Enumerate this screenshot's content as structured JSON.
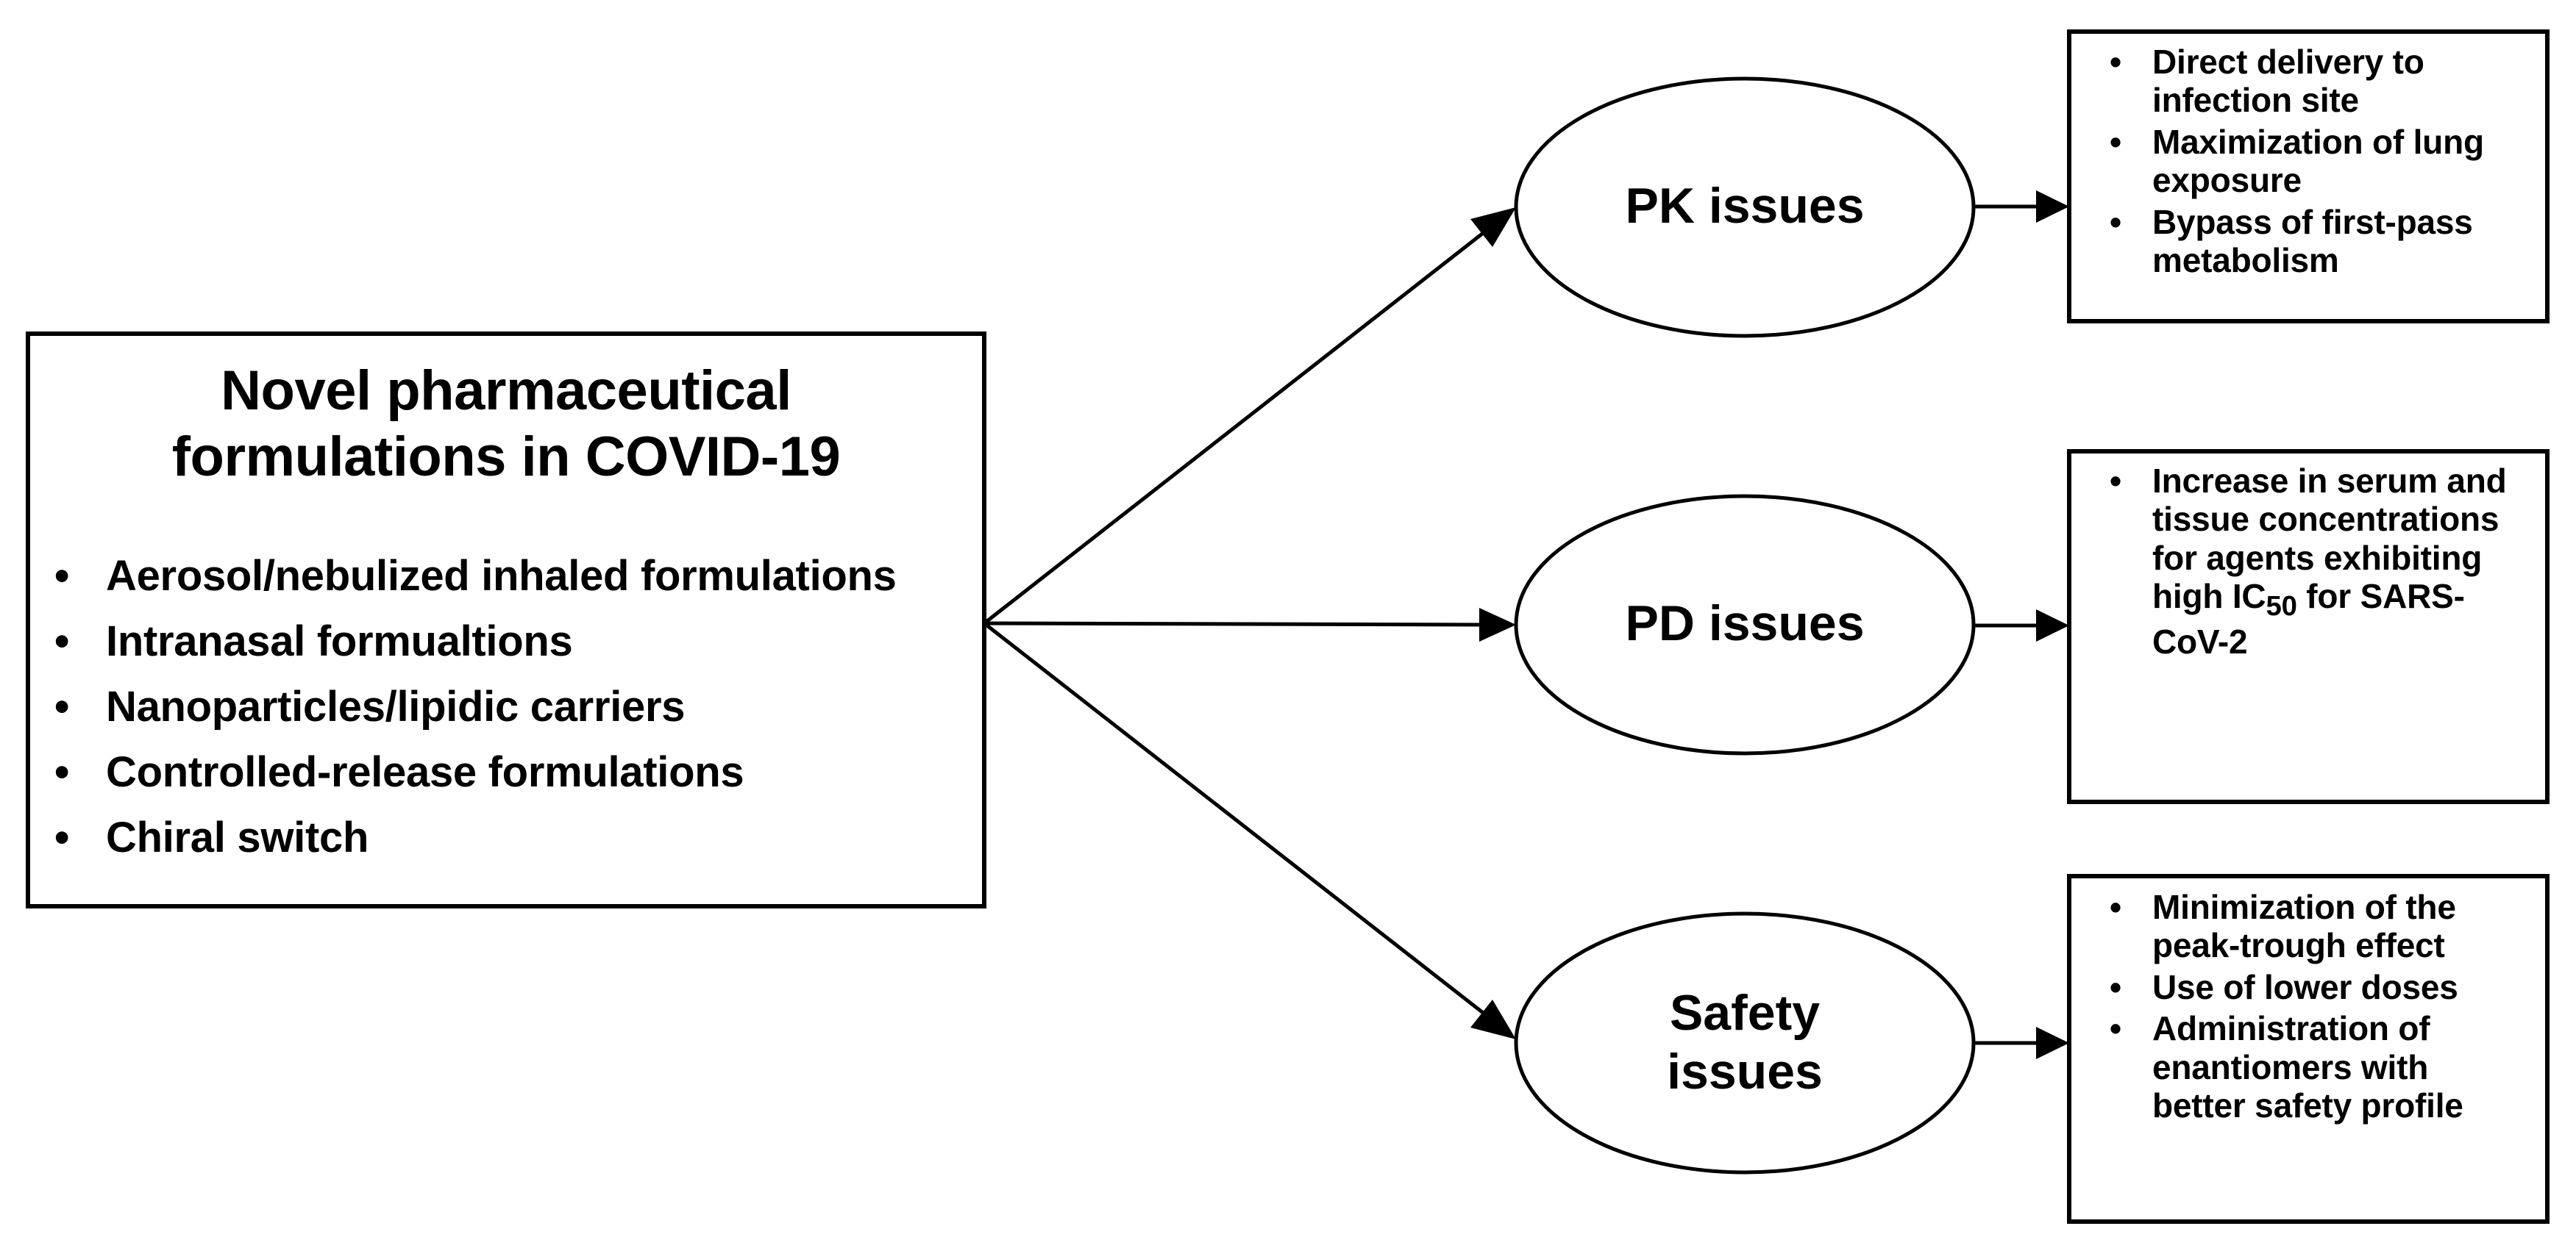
{
  "diagram": {
    "type": "flow-diagram",
    "orientation": "left-to-right",
    "background_color": "#ffffff",
    "line_color": "#000000",
    "text_color": "#000000"
  },
  "source_box": {
    "title": "Novel pharmaceutical formulations in COVID-19",
    "title_line_1": "Novel pharmaceutical",
    "title_line_2": "formulations in COVID-19",
    "bullet_glyph": "•",
    "items": [
      "Aerosol/nebulized inhaled formulations",
      "Intranasal formualtions",
      "Nanoparticles/lipidic carriers",
      "Controlled-release formulations",
      "Chiral switch"
    ]
  },
  "nodes": [
    {
      "id": "pk",
      "label": "PK issues",
      "label_line_1": "PK issues",
      "label_line_2": ""
    },
    {
      "id": "pd",
      "label": "PD issues",
      "label_line_1": "PD issues",
      "label_line_2": ""
    },
    {
      "id": "safety",
      "label": "Safety issues",
      "label_line_1": "Safety",
      "label_line_2": "issues"
    }
  ],
  "outcomes": {
    "pk": {
      "bullet_glyph": "•",
      "items": [
        "Direct delivery to infection site",
        "Maximization of lung exposure",
        "Bypass of first-pass metabolism"
      ]
    },
    "pd": {
      "bullet_glyph": "•",
      "items_html": [
        "Increase in serum and tissue concentrations for agents exhibiting high IC<sub>50</sub> for SARS-CoV-2"
      ],
      "items": [
        "Increase in serum and tissue concentrations for agents exhibiting high IC50 for SARS-CoV-2"
      ],
      "subscript_note": "IC50 is rendered with 50 as a subscript"
    },
    "safety": {
      "bullet_glyph": "•",
      "items": [
        "Minimization of the peak-trough effect",
        "Use of lower doses",
        "Administration of enantiomers with better safety profile"
      ]
    }
  },
  "edges": [
    {
      "from": "source_box",
      "to": "pk",
      "style": "solid-arrow"
    },
    {
      "from": "source_box",
      "to": "pd",
      "style": "solid-arrow"
    },
    {
      "from": "source_box",
      "to": "safety",
      "style": "solid-arrow"
    },
    {
      "from": "pk",
      "to": "outcomes.pk",
      "style": "solid-arrow"
    },
    {
      "from": "pd",
      "to": "outcomes.pd",
      "style": "solid-arrow"
    },
    {
      "from": "safety",
      "to": "outcomes.safety",
      "style": "solid-arrow"
    }
  ]
}
